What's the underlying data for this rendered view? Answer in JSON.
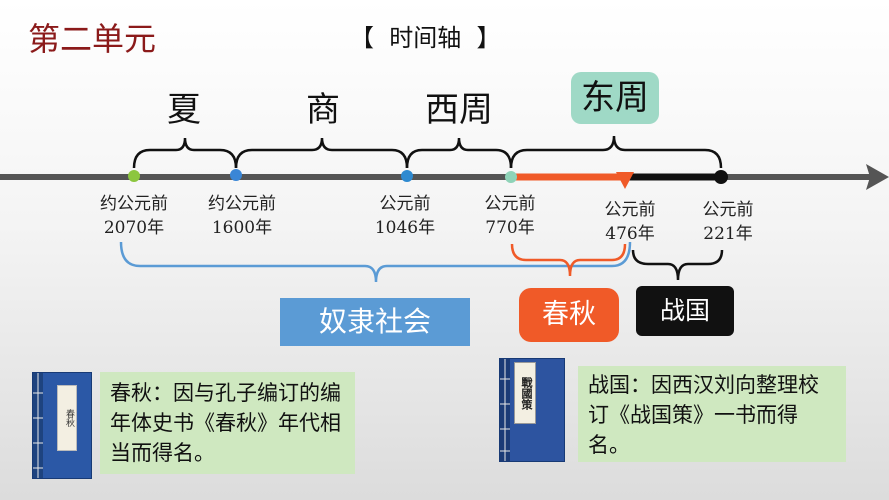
{
  "unit_title": "第二单元",
  "timeline_heading": "【  时间轴  】",
  "dynasties": {
    "xia": "夏",
    "shang": "商",
    "xizhou": "西周",
    "dongzhou": "东周"
  },
  "dates": [
    {
      "line1": "约公元前",
      "line2": "2070年"
    },
    {
      "line1": "约公元前",
      "line2": "1600年"
    },
    {
      "line1": "公元前",
      "line2": "1046年"
    },
    {
      "line1": "公元前",
      "line2": "770年"
    },
    {
      "line1": "公元前",
      "line2": "476年"
    },
    {
      "line1": "公元前",
      "line2": "221年"
    }
  ],
  "periods": {
    "slave_society": "奴隶社会",
    "chunqiu": "春秋",
    "zhanguo": "战国"
  },
  "notes": {
    "chunqiu": "春秋：因与孔子编订的编年体史书《春秋》年代相当而得名。",
    "zhanguo": "战国：因西汉刘向整理校订《战国策》一书而得名。"
  },
  "books": {
    "chunqiu_cover": "春秋",
    "zhanguo_cover": "戰國策"
  },
  "colors": {
    "title": "#8b1a1a",
    "dongzhou_bg": "#9fd9c6",
    "slave_society_bg": "#5b9bd5",
    "chunqiu_bg": "#f05a28",
    "zhanguo_bg": "#111111",
    "note_bg": "#cfe8c0",
    "axis": "#555555"
  }
}
